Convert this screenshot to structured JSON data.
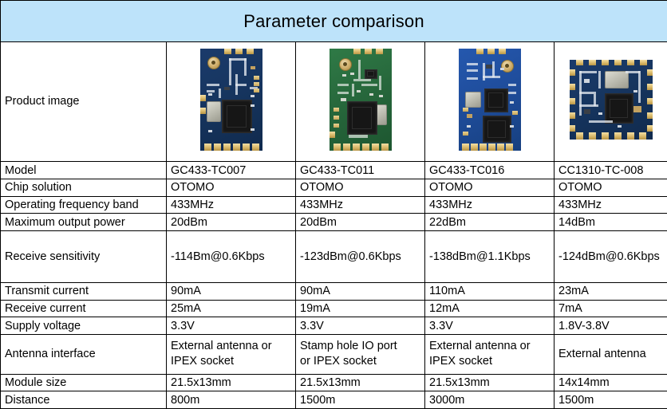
{
  "title": "Parameter comparison",
  "columns": {
    "label_header": "",
    "products": [
      "GC433-TC007",
      "GC433-TC011",
      "GC433-TC016",
      "CC1310-TC-008"
    ]
  },
  "rows": [
    {
      "label": "Product image",
      "type": "image",
      "values": [
        {
          "alt": "gc433-tc007-module",
          "board": "navy"
        },
        {
          "alt": "gc433-tc011-module",
          "board": "green"
        },
        {
          "alt": "gc433-tc016-module",
          "board": "blue"
        },
        {
          "alt": "cc1310-tc-008-module",
          "board": "navy"
        }
      ]
    },
    {
      "label": "Model",
      "values": [
        "GC433-TC007",
        "GC433-TC011",
        "GC433-TC016",
        "CC1310-TC-008"
      ]
    },
    {
      "label": "Chip solution",
      "values": [
        "OTOMO",
        "OTOMO",
        "OTOMO",
        "OTOMO"
      ]
    },
    {
      "label": "Operating frequency band",
      "values": [
        "433MHz",
        "433MHz",
        "433MHz",
        "433MHz"
      ]
    },
    {
      "label": "Maximum output power",
      "values": [
        "20dBm",
        "20dBm",
        "22dBm",
        "14dBm"
      ]
    },
    {
      "label": "Receive sensitivity",
      "values": [
        "-114Bm@0.6Kbps",
        "-123dBm@0.6Kbps",
        "-138dBm@1.1Kbps",
        "-124dBm@0.6Kbps"
      ]
    },
    {
      "label": "Transmit current",
      "values": [
        "90mA",
        "90mA",
        "110mA",
        "23mA"
      ]
    },
    {
      "label": "Receive current",
      "values": [
        "25mA",
        "19mA",
        "12mA",
        "7mA"
      ]
    },
    {
      "label": "Supply voltage",
      "values": [
        "3.3V",
        "3.3V",
        "3.3V",
        "1.8V-3.8V"
      ]
    },
    {
      "label": "Antenna interface",
      "values": [
        "External antenna or IPEX socket",
        "Stamp hole IO port or IPEX socket",
        "External antenna or IPEX socket",
        "External antenna"
      ],
      "values_line1": [
        "External antenna or",
        "Stamp hole IO port",
        "External antenna or",
        "External antenna"
      ],
      "values_line2": [
        "IPEX socket",
        "or IPEX socket",
        "IPEX socket",
        ""
      ]
    },
    {
      "label": "Module size",
      "values": [
        "21.5x13mm",
        "21.5x13mm",
        "21.5x13mm",
        "14x14mm"
      ]
    },
    {
      "label": "Distance",
      "values": [
        "800m",
        "1500m",
        "3000m",
        "1500m"
      ]
    }
  ],
  "colors": {
    "title_background": "#BDE3FA",
    "border": "#000000",
    "text": "#000000",
    "pcb_navy": "#16355F",
    "pcb_green": "#27683C",
    "pcb_blue": "#1F4D9C",
    "pad_gold": "#D9B96A"
  },
  "labels": {
    "row_label": "Product image",
    "row_model": "Model",
    "row_chip": "Chip solution",
    "row_freq": "Operating frequency band",
    "row_power": "Maximum output power",
    "row_sens": "Receive sensitivity",
    "row_tx": "Transmit current",
    "row_rx": "Receive current",
    "row_volt": "Supply voltage",
    "row_ant": "Antenna interface",
    "row_size": "Module size",
    "row_dist": "Distance"
  }
}
